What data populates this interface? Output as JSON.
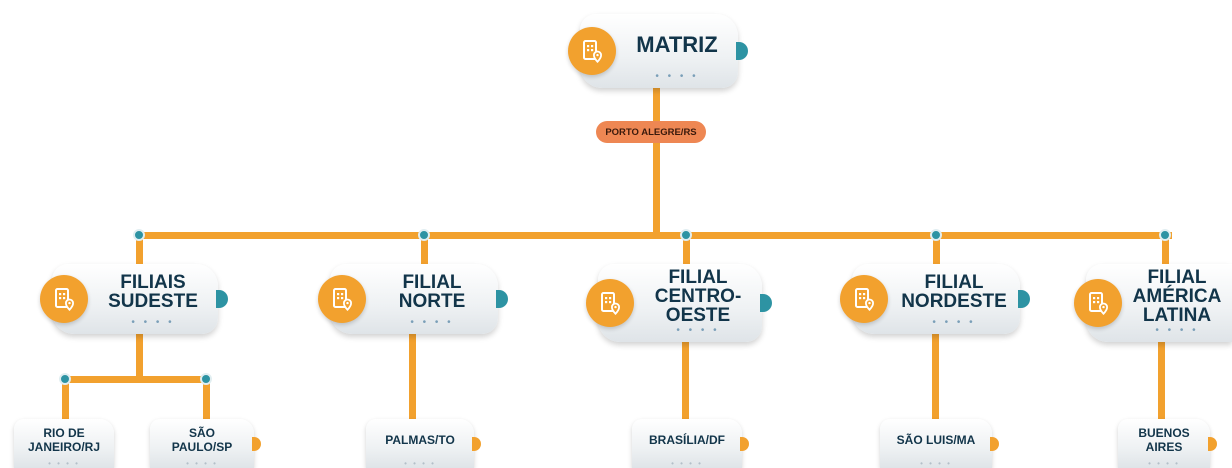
{
  "colors": {
    "connector": "#f2a12e",
    "node": "#2d93a3",
    "location_pill": "#ee8753",
    "text": "#12354a"
  },
  "root": {
    "name": "MATRIZ",
    "location": "PORTO ALEGRE/RS",
    "icon": "building-pin-icon"
  },
  "regions": [
    {
      "name": "FILIAIS\nSUDESTE",
      "icon": "building-pin-icon",
      "locations": [
        "RIO DE\nJANEIRO/RJ",
        "SÃO\nPAULO/SP"
      ]
    },
    {
      "name": "FILIAL\nNORTE",
      "icon": "building-pin-icon",
      "locations": [
        "PALMAS/TO"
      ]
    },
    {
      "name": "FILIAL\nCENTRO-\nOESTE",
      "icon": "building-pin-icon",
      "locations": [
        "BRASÍLIA/DF"
      ]
    },
    {
      "name": "FILIAL\nNORDESTE",
      "icon": "building-pin-icon",
      "locations": [
        "SÃO LUIS/MA"
      ]
    },
    {
      "name": "FILIAL\nAMÉRICA\nLATINA",
      "icon": "building-pin-icon",
      "locations": [
        "BUENOS\nAIRES"
      ]
    }
  ]
}
